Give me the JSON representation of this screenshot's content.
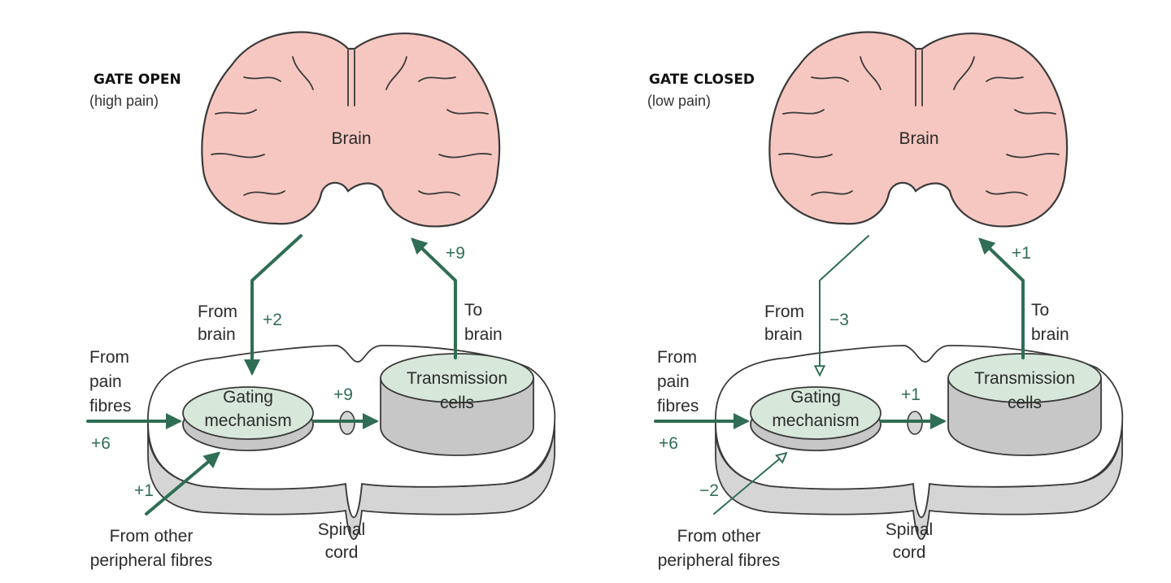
{
  "panels": [
    {
      "title": "GATE OPEN",
      "subtitle": "(high pain)",
      "brain_label": "Brain",
      "from_brain": [
        "From",
        "brain"
      ],
      "from_brain_value": "+2",
      "to_brain": [
        "To",
        "brain"
      ],
      "to_brain_value": "+9",
      "from_pain": [
        "From",
        "pain",
        "fibres"
      ],
      "from_pain_value": "+6",
      "gating": [
        "Gating",
        "mechanism"
      ],
      "gate_output_value": "+9",
      "transmission": [
        "Transmission",
        "cells"
      ],
      "from_other_value": "+1",
      "from_other": [
        "From other",
        "peripheral fibres"
      ],
      "spinal_cord": [
        "Spinal",
        "cord"
      ],
      "from_brain_arrow": "excitatory",
      "from_other_arrow": "excitatory"
    },
    {
      "title": "GATE CLOSED",
      "subtitle": "(low pain)",
      "brain_label": "Brain",
      "from_brain": [
        "From",
        "brain"
      ],
      "from_brain_value": "−3",
      "to_brain": [
        "To",
        "brain"
      ],
      "to_brain_value": "+1",
      "from_pain": [
        "From",
        "pain",
        "fibres"
      ],
      "from_pain_value": "+6",
      "gating": [
        "Gating",
        "mechanism"
      ],
      "gate_output_value": "+1",
      "transmission": [
        "Transmission",
        "cells"
      ],
      "from_other_value": "−2",
      "from_other": [
        "From other",
        "peripheral fibres"
      ],
      "spinal_cord": [
        "Spinal",
        "cord"
      ],
      "from_brain_arrow": "inhibitory",
      "from_other_arrow": "inhibitory"
    }
  ],
  "colors": {
    "arrow": "#2f6e54",
    "brain": "#f6c7c0",
    "cell_top": "#d7e7da",
    "cord_side": "#d5d5d5"
  }
}
